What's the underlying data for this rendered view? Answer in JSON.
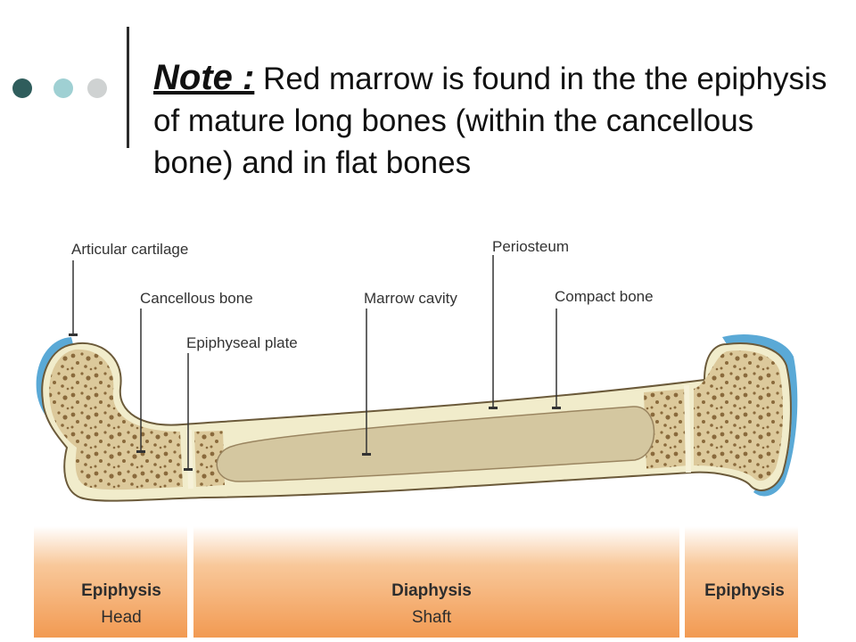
{
  "bullets": [
    {
      "color": "#2f5d5c"
    },
    {
      "color": "#9fd0d3"
    },
    {
      "color": "#cfd2d2"
    }
  ],
  "note": {
    "label": "Note :",
    "text": " Red marrow is found in the the epiphysis of mature long bones (within the cancellous bone) and in flat bones"
  },
  "diagram": {
    "labels": {
      "articular_cartilage": "Articular cartilage",
      "cancellous_bone": "Cancellous bone",
      "epiphyseal_plate": "Epiphyseal plate",
      "marrow_cavity": "Marrow cavity",
      "periosteum": "Periosteum",
      "compact_bone": "Compact bone"
    },
    "regions": [
      {
        "name": "Epiphysis",
        "sub": "Head"
      },
      {
        "name": "Diaphysis",
        "sub": "Shaft"
      },
      {
        "name": "Epiphysis",
        "sub": ""
      }
    ],
    "colors": {
      "cartilage": "#5aa9d6",
      "compact_bone": "#f1eccb",
      "cancellous_bone": "#dcc99b",
      "marrow": "#d4c7a0",
      "region_band": "#f4a35f"
    }
  }
}
